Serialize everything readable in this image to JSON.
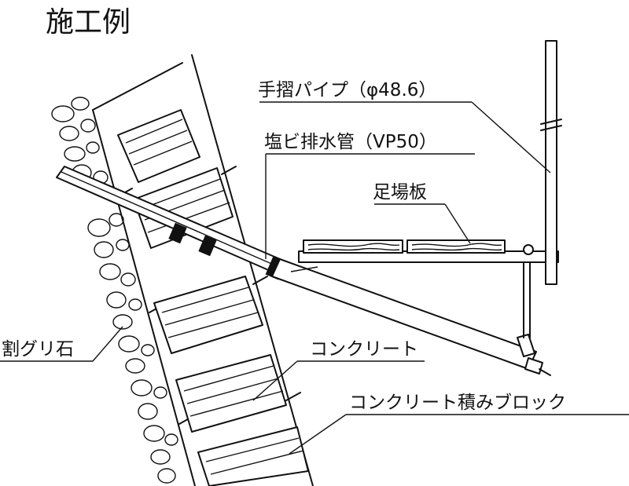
{
  "title": "施工例",
  "labels": {
    "handrail_pipe": "手摺パイプ（φ48.6）",
    "drain_pipe": "塩ビ排水管（VP50）",
    "scaffold_board": "足場板",
    "crushed_stone": "割グリ石",
    "concrete": "コンクリート",
    "block_wall": "コンクリート積みブロック"
  }
}
